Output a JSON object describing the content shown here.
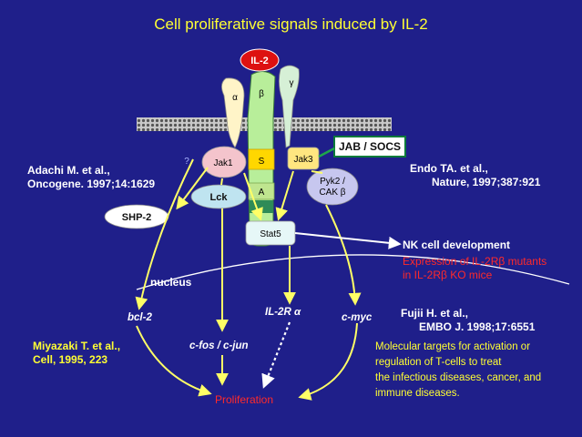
{
  "title": "Cell proliferative signals induced by IL-2",
  "ligand": "IL-2",
  "receptor_chains": {
    "alpha": "α",
    "beta": "β",
    "gamma": "γ"
  },
  "nodes": {
    "jak1": "Jak1",
    "jak3": "Jak3",
    "lck": "Lck",
    "s": "S",
    "a": "A",
    "stat5": "Stat5",
    "jab_socs": "JAB / SOCS",
    "pyk2": "Pyk2 /",
    "cak": "CAK β",
    "shp2": "SHP-2",
    "question": "?",
    "nucleus": "nucleus"
  },
  "genes": {
    "bcl2": "bcl-2",
    "fos_jun": "c-fos / c-jun",
    "il2r": "IL-2R α",
    "cmyc": "c-myc"
  },
  "outcomes": {
    "nk": "NK cell development",
    "proliferation": "Proliferation"
  },
  "references": {
    "adachi": [
      "Adachi M. et al.,",
      "Oncogene. 1997;14:1629"
    ],
    "endo": [
      "Endo TA. et al.,",
      "Nature, 1997;387:921"
    ],
    "fujii": [
      "Fujii H. et al.,",
      "EMBO J. 1998;17:6551"
    ],
    "miyazaki": [
      "Miyazaki T. et al.,",
      "Cell, 1995, 223"
    ]
  },
  "expression_note": [
    "Expression of IL-2Rβ mutants",
    "in IL-2Rβ KO mice"
  ],
  "targets_note": [
    "Molecular targets for activation or",
    "regulation of T-cells to treat",
    "the infectious diseases, cancer, and",
    "immune diseases."
  ]
}
